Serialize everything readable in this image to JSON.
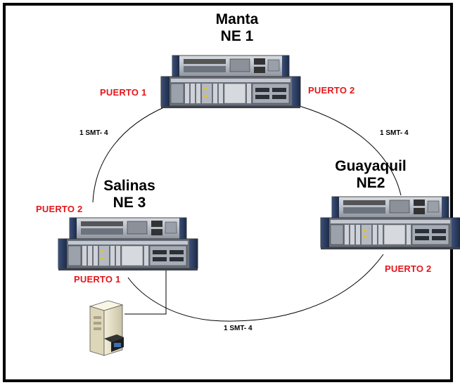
{
  "nodes": {
    "ne1": {
      "city": "Manta",
      "name": "NE 1",
      "port_left": "PUERTO 1",
      "port_right": "PUERTO 2"
    },
    "ne2": {
      "city": "Guayaquil",
      "name": "NE2",
      "port": "PUERTO 2"
    },
    "ne3": {
      "city": "Salinas",
      "name": "NE 3",
      "port_top": "PUERTO 2",
      "port_bottom": "PUERTO 1"
    }
  },
  "links": {
    "ne1_ne3": "1 SMT- 4",
    "ne1_ne2": "1 SMT- 4",
    "ne2_ne3": "1 SMT- 4"
  },
  "icons": {
    "device": "network-element-rack-icon",
    "workstation": "computer-tower-icon"
  },
  "colors": {
    "port_label": "#e4161b",
    "frame": "#000000"
  }
}
